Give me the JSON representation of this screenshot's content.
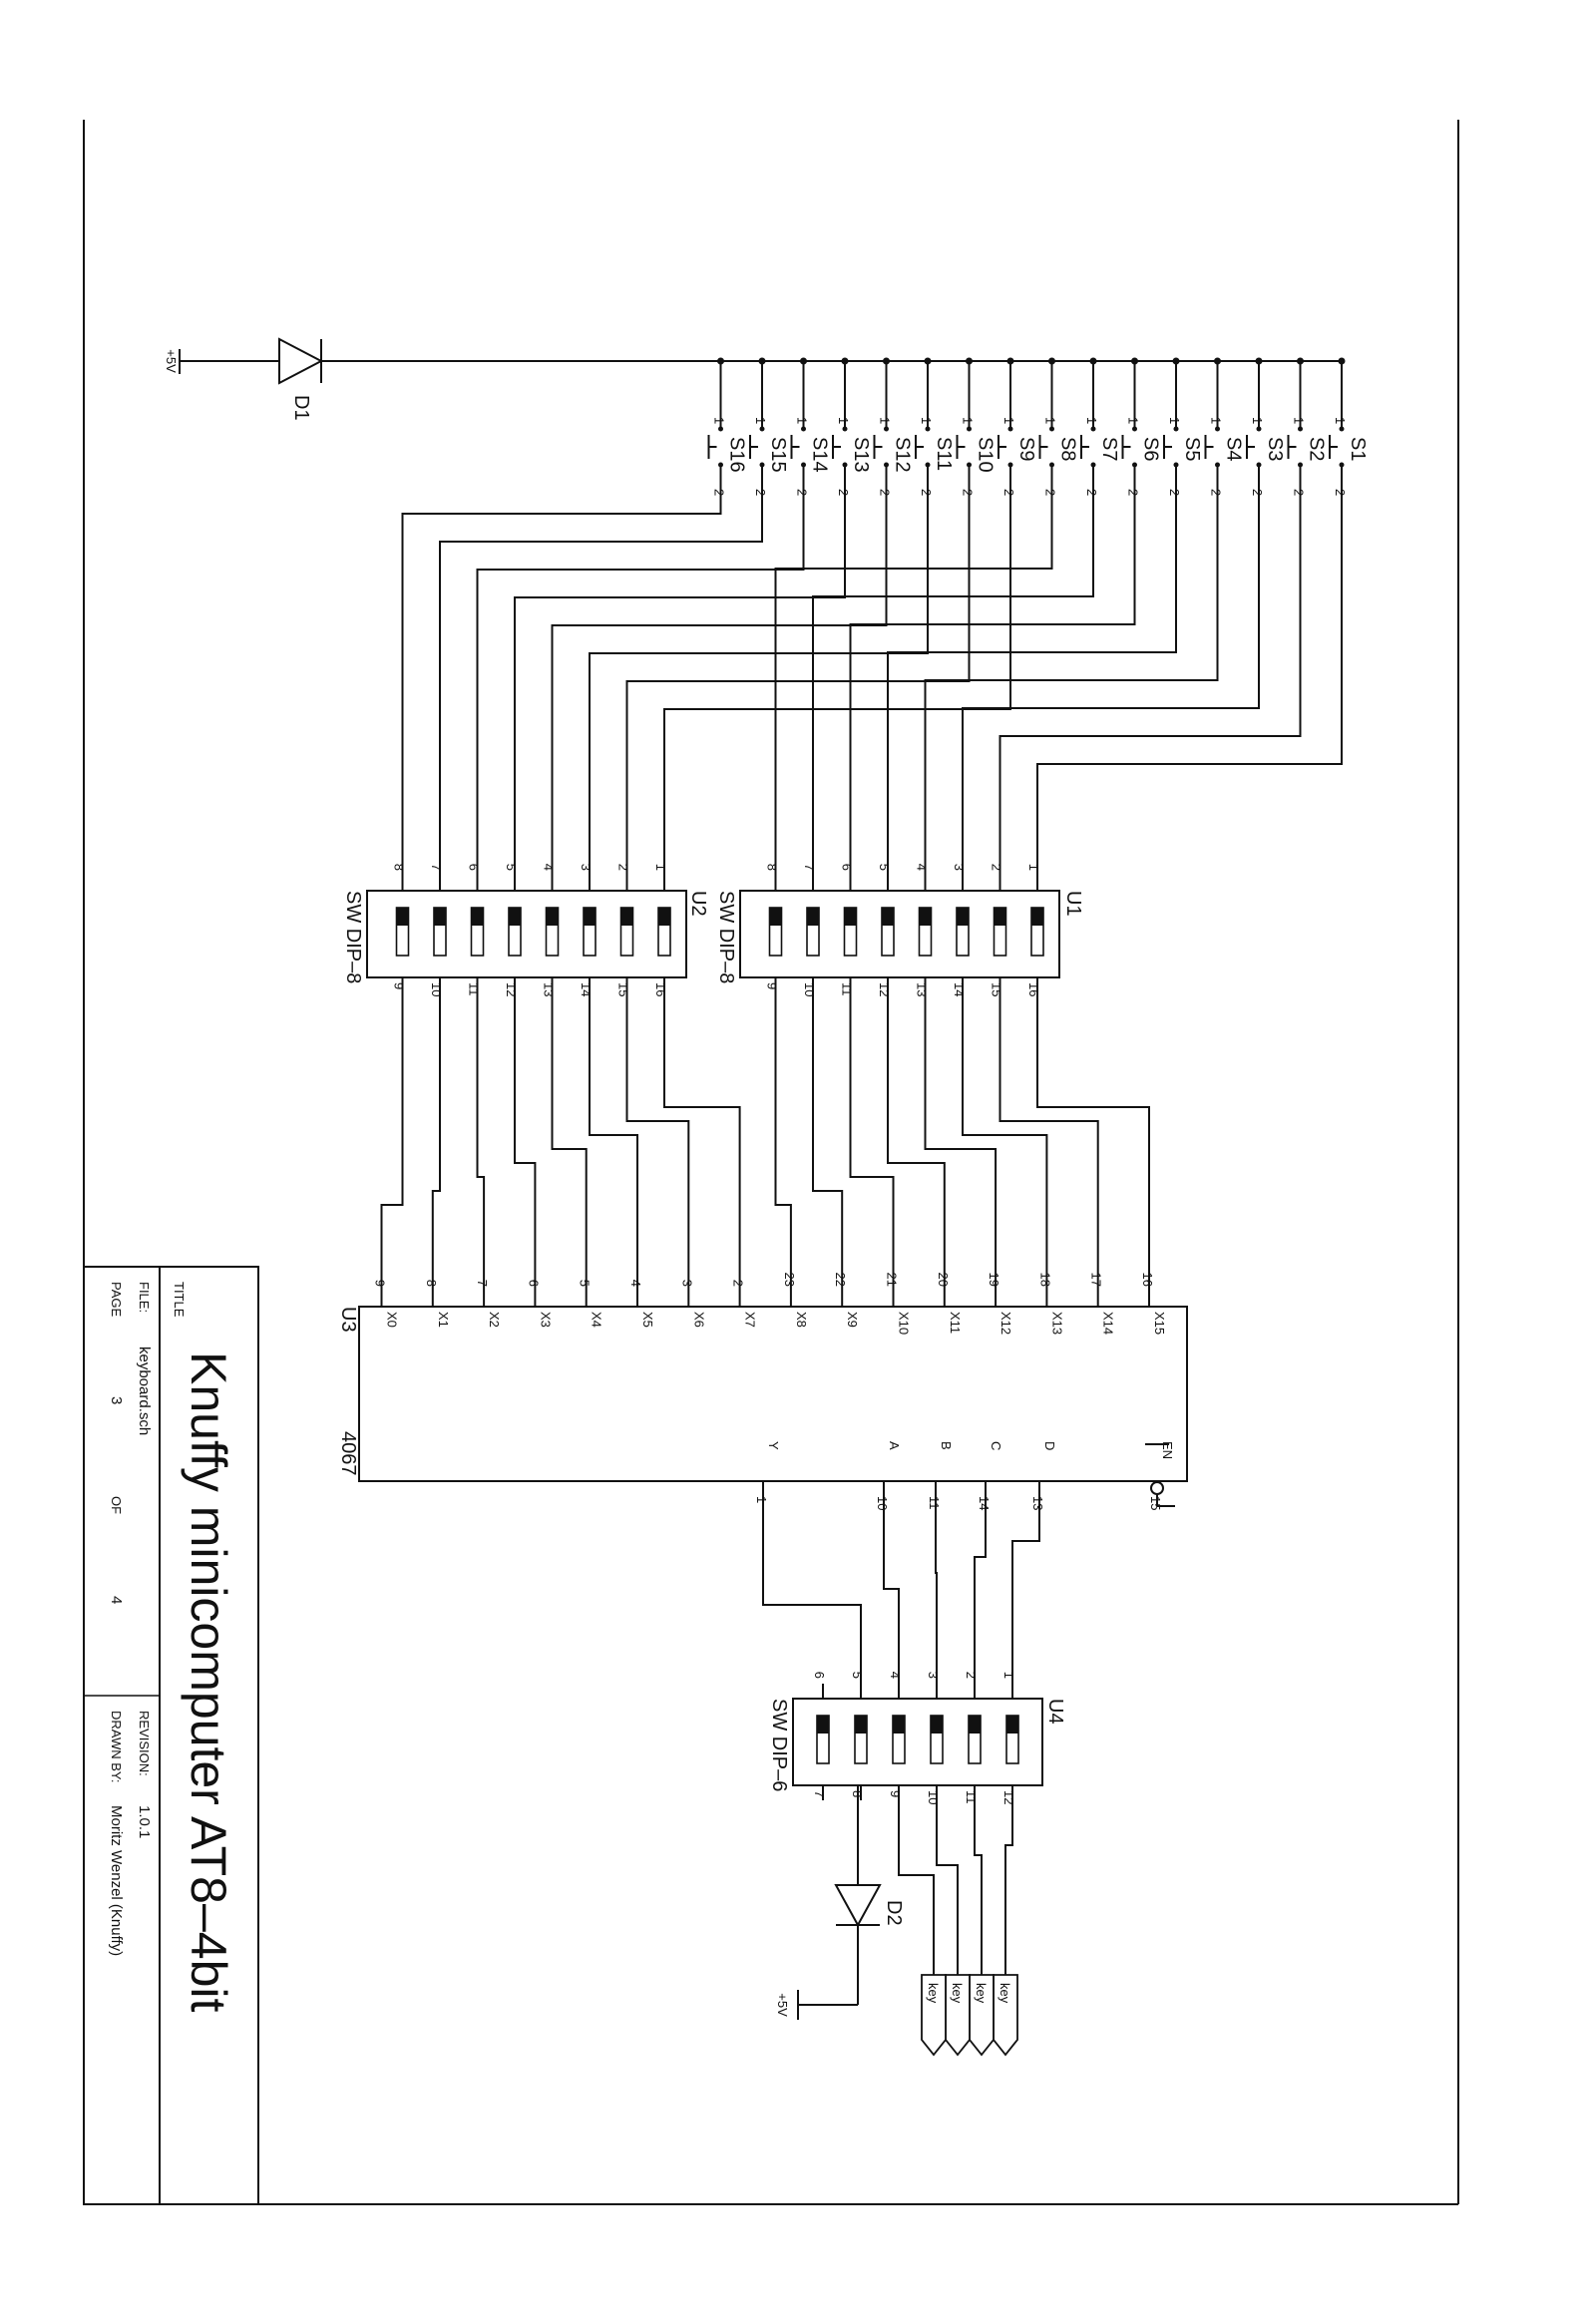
{
  "switches": [
    {
      "name": "S1"
    },
    {
      "name": "S2"
    },
    {
      "name": "S3"
    },
    {
      "name": "S4"
    },
    {
      "name": "S5"
    },
    {
      "name": "S6"
    },
    {
      "name": "S7"
    },
    {
      "name": "S8"
    },
    {
      "name": "S9"
    },
    {
      "name": "S10"
    },
    {
      "name": "S11"
    },
    {
      "name": "S12"
    },
    {
      "name": "S13"
    },
    {
      "name": "S14"
    },
    {
      "name": "S15"
    },
    {
      "name": "S16"
    }
  ],
  "switch_pins": {
    "a": "1",
    "b": "2"
  },
  "power": {
    "d1_label": "D1",
    "d2_label": "D2",
    "supply": "+5V"
  },
  "dip_u1": {
    "ref": "U1",
    "type": "SW DIP–8",
    "left_pins": [
      "1",
      "2",
      "3",
      "4",
      "5",
      "6",
      "7",
      "8"
    ],
    "right_pins": [
      "16",
      "15",
      "14",
      "13",
      "12",
      "11",
      "10",
      "9"
    ]
  },
  "dip_u2": {
    "ref": "U2",
    "type": "SW DIP–8",
    "left_pins": [
      "1",
      "2",
      "3",
      "4",
      "5",
      "6",
      "7",
      "8"
    ],
    "right_pins": [
      "16",
      "15",
      "14",
      "13",
      "12",
      "11",
      "10",
      "9"
    ]
  },
  "mux": {
    "ref": "U3",
    "part": "4067",
    "inputs": [
      {
        "name": "X15",
        "pin": "16"
      },
      {
        "name": "X14",
        "pin": "17"
      },
      {
        "name": "X13",
        "pin": "18"
      },
      {
        "name": "X12",
        "pin": "19"
      },
      {
        "name": "X11",
        "pin": "20"
      },
      {
        "name": "X10",
        "pin": "21"
      },
      {
        "name": "X9",
        "pin": "22"
      },
      {
        "name": "X8",
        "pin": "23"
      },
      {
        "name": "X7",
        "pin": "2"
      },
      {
        "name": "X6",
        "pin": "3"
      },
      {
        "name": "X5",
        "pin": "4"
      },
      {
        "name": "X4",
        "pin": "5"
      },
      {
        "name": "X3",
        "pin": "6"
      },
      {
        "name": "X2",
        "pin": "7"
      },
      {
        "name": "X1",
        "pin": "8"
      },
      {
        "name": "X0",
        "pin": "9"
      }
    ],
    "outputs": [
      {
        "name": "EN",
        "pin": "15"
      },
      {
        "name": "D",
        "pin": "13"
      },
      {
        "name": "C",
        "pin": "14"
      },
      {
        "name": "B",
        "pin": "11"
      },
      {
        "name": "A",
        "pin": "10"
      },
      {
        "name": "Y",
        "pin": "1"
      }
    ]
  },
  "dip_u4": {
    "ref": "U4",
    "type": "SW DIP–6",
    "left_pins": [
      "1",
      "2",
      "3",
      "4",
      "5",
      "6"
    ],
    "right_pins": [
      "12",
      "11",
      "10",
      "9",
      "8",
      "7"
    ]
  },
  "key_ports": [
    "key",
    "key",
    "key",
    "key"
  ],
  "title_block": {
    "title_label": "TITLE",
    "title": "Knuffy minicomputer AT8–4bit",
    "file_label": "FILE:",
    "file": "keyboard.sch",
    "revision_label": "REVISION:",
    "revision": "1.0.1",
    "page_label": "PAGE",
    "page": "3",
    "of_label": "OF",
    "of": "4",
    "drawn_label": "DRAWN BY:",
    "drawn": "Moritz Wenzel (Knuffy)"
  }
}
